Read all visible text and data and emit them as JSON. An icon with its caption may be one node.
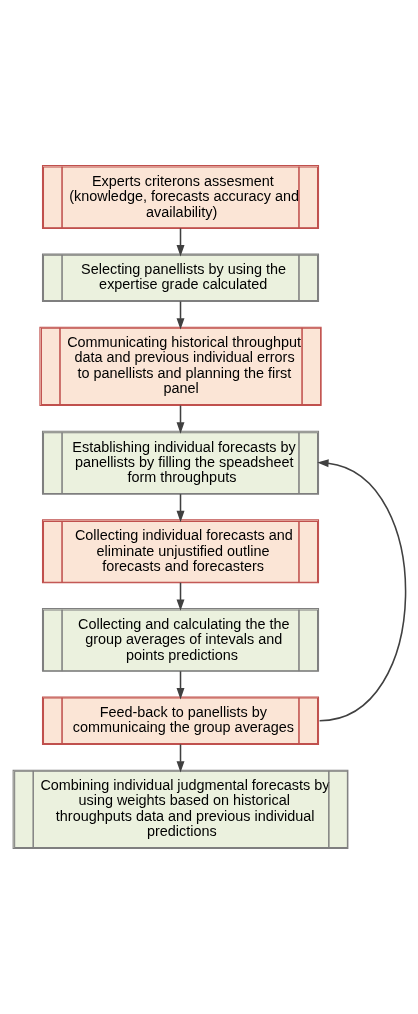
{
  "diagram": {
    "nodes": [
      {
        "text": [
          "Experts criterons assesment (knowledge, forecasts accuracy and availability)"
        ]
      },
      {
        "text": [
          "Selecting panellists by using the expertise grade calculated"
        ]
      },
      {
        "text": [
          "Communicating historical throughput data and previous individual errors to panellists and planning the first panel"
        ]
      },
      {
        "text": [
          "Establishing individual forecasts by panellists by filling the speadsheet form throughputs"
        ]
      },
      {
        "text": [
          "Collecting individual forecasts and eliminate unjustified outline forecasts and forecasters"
        ]
      },
      {
        "text": [
          "Collecting and calculating the the group averages of intevals and points predictions"
        ]
      },
      {
        "text": [
          "Feed-back to panellists by communicaing the group averages"
        ]
      },
      {
        "text": [
          "Combining individual judgmental forecasts by using weights based on historical throughputs data and previous individual predictions"
        ]
      }
    ],
    "edges": [
      {
        "from": 0,
        "to": 1,
        "arrow": "to"
      },
      {
        "from": 1,
        "to": 2,
        "arrow": "to"
      },
      {
        "from": 2,
        "to": 3,
        "arrow": "to"
      },
      {
        "from": 3,
        "to": 4,
        "arrow": "to"
      },
      {
        "from": 4,
        "to": 5,
        "arrow": "to"
      },
      {
        "from": 5,
        "to": 6,
        "arrow": "to"
      },
      {
        "from": 6,
        "to": 7,
        "arrow": "to"
      },
      {
        "from": 6,
        "to": 3,
        "arrow": "to"
      }
    ]
  }
}
